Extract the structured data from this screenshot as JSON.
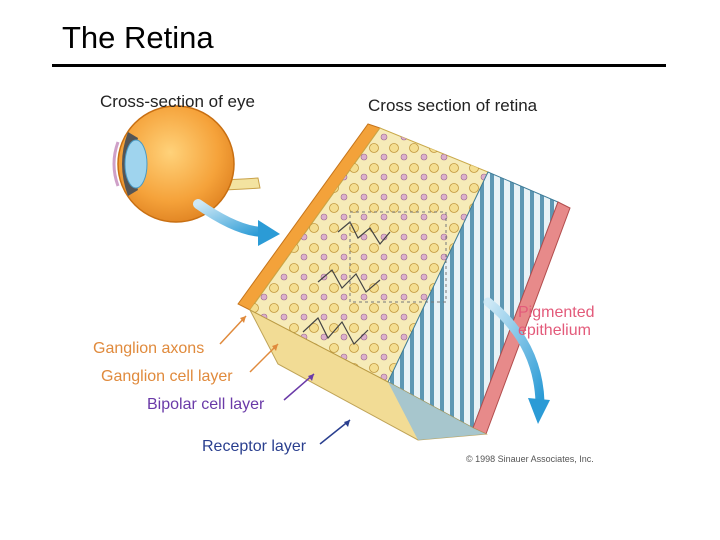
{
  "title": "The Retina",
  "figure": {
    "labels": {
      "cross_section_eye": "Cross-section of eye",
      "cross_section_retina": "Cross section of retina",
      "ganglion_axons": "Ganglion axons",
      "ganglion_cell_layer": "Ganglion cell layer",
      "bipolar_cell_layer": "Bipolar cell layer",
      "receptor_layer": "Receptor layer",
      "pigmented_line1": "Pigmented",
      "pigmented_line2": "epithelium",
      "copyright": "© 1998 Sinauer Associates, Inc."
    },
    "colors": {
      "eyeball": "#f5a23a",
      "lens": "#9fd4ee",
      "arrow": "#2b9bd6",
      "ganglion_layer": "#f3e7a6",
      "receptor_layer": "#7fb2c9",
      "pigment": "#e78a8a",
      "orange_label": "#e08a3c",
      "purple_label": "#6a3aa8",
      "navy_label": "#2a3f8f",
      "pink_label": "#e35a7a"
    }
  }
}
